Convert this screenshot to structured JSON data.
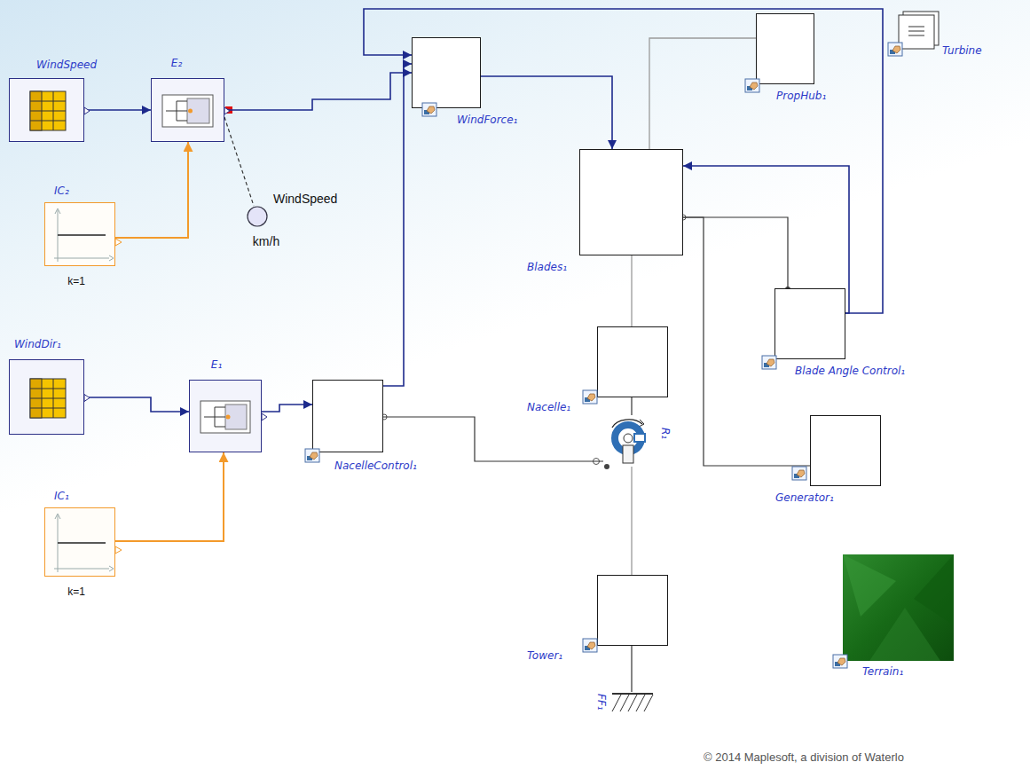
{
  "diagram": {
    "nodes": [
      {
        "text": [
          "WindSpeed"
        ]
      },
      {
        "text": [
          "E₂"
        ]
      },
      {
        "text": [
          "WindForce₁"
        ]
      },
      {
        "text": [
          "PropHub₁"
        ]
      },
      {
        "text": [
          "Turbine"
        ]
      },
      {
        "text": [
          "IC₂",
          "k=1"
        ]
      },
      {
        "text": [
          "WindSpeed",
          "km/h"
        ]
      },
      {
        "text": [
          "Blades₁"
        ]
      },
      {
        "text": [
          "WindDir₁"
        ]
      },
      {
        "text": [
          "E₁"
        ]
      },
      {
        "text": [
          "NacelleControl₁"
        ]
      },
      {
        "text": [
          "Nacelle₁"
        ]
      },
      {
        "text": [
          "Blade Angle Control₁"
        ]
      },
      {
        "text": [
          "IC₁",
          "k=1"
        ]
      },
      {
        "text": [
          "R₁"
        ]
      },
      {
        "text": [
          "Generator₁"
        ]
      },
      {
        "text": [
          "Tower₁"
        ]
      },
      {
        "text": [
          "Terrain₁"
        ]
      },
      {
        "text": [
          "FF₁"
        ]
      }
    ],
    "edges": [
      {
        "from": 0,
        "to": 1,
        "arrow": "to"
      },
      {
        "from": 5,
        "to": 1,
        "arrow": "to"
      },
      {
        "from": 1,
        "to": 2,
        "arrow": "to"
      },
      {
        "from": 1,
        "to": 6,
        "arrow": "none"
      },
      {
        "from": 8,
        "to": 9,
        "arrow": "to"
      },
      {
        "from": 13,
        "to": 9,
        "arrow": "to"
      },
      {
        "from": 9,
        "to": 10,
        "arrow": "to"
      },
      {
        "from": 10,
        "to": 2,
        "arrow": "to"
      },
      {
        "from": 12,
        "to": 2,
        "arrow": "to"
      },
      {
        "from": 2,
        "to": 7,
        "arrow": "to"
      },
      {
        "from": 3,
        "to": 7,
        "arrow": "none"
      },
      {
        "from": 12,
        "to": 7,
        "arrow": "to"
      },
      {
        "from": 7,
        "to": 12,
        "arrow": "none"
      },
      {
        "from": 7,
        "to": 15,
        "arrow": "none"
      },
      {
        "from": 7,
        "to": 11,
        "arrow": "none"
      },
      {
        "from": 11,
        "to": 14,
        "arrow": "none"
      },
      {
        "from": 10,
        "to": 14,
        "arrow": "none"
      },
      {
        "from": 14,
        "to": 16,
        "arrow": "none"
      },
      {
        "from": 16,
        "to": 18,
        "arrow": "none"
      }
    ],
    "labels": [
      "© 2014 Maplesoft, a division of Waterlo"
    ]
  }
}
